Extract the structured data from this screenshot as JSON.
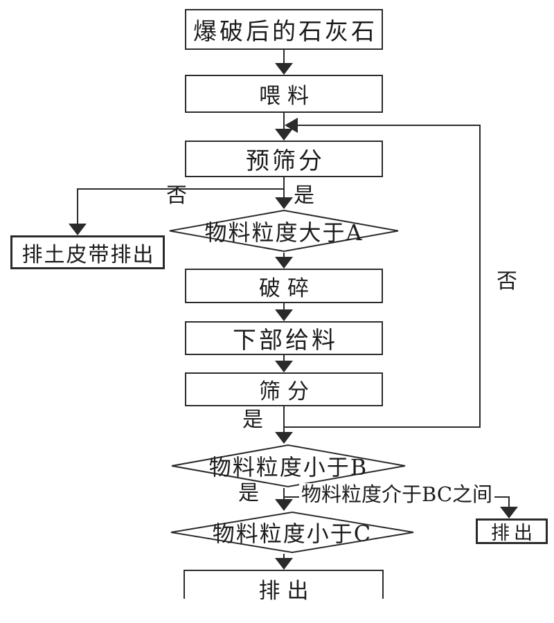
{
  "diagram": {
    "title_semantic": "limestone-crushing-screening-flowchart",
    "colors": {
      "line": "#2a2a2a",
      "background": "#ffffff"
    },
    "boxes": {
      "blasted_limestone": "爆破后的石灰石",
      "feeding": "喂料",
      "pre_screening": "预筛分",
      "waste_belt_discharge": "排土皮带排出",
      "crushing": "破碎",
      "lower_feeding": "下部给料",
      "screening": "筛分",
      "discharge_right": "排出",
      "discharge_bottom": "排出"
    },
    "decisions": {
      "size_greater_than_a": "物料粒度大于A",
      "size_less_than_b": "物料粒度小于B",
      "size_less_than_c": "物料粒度小于C"
    },
    "branch_labels": {
      "no_pre_screening": "否",
      "yes_pre_screening": "是",
      "no_return_loop": "否",
      "yes_screening": "是",
      "yes_less_than_b": "是",
      "between_b_and_c": "物料粒度介于BC之间"
    }
  }
}
